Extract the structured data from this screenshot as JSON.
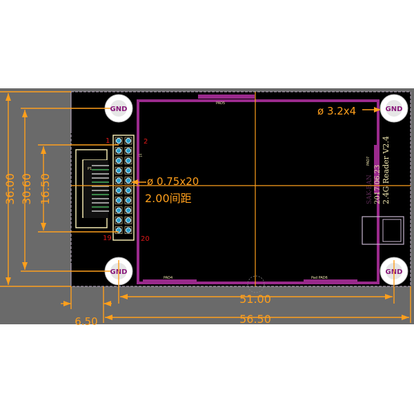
{
  "dimensions": {
    "height_outer": "36.00",
    "height_mid": "30.60",
    "height_inner": "16.50",
    "width_holes": "51.00",
    "width_total": "56.50",
    "offset_left": "6.50"
  },
  "annotations": {
    "mount_holes": "ø 3.2x4",
    "pin_holes": "ø 0.75x20",
    "pitch": "2.00间距"
  },
  "holes": {
    "label": "GND"
  },
  "header": {
    "pin1": "1",
    "pin2": "2",
    "pin19": "19",
    "pin20": "20",
    "ref": "J1"
  },
  "connector": {
    "ref": "P1"
  },
  "pads": {
    "top": "PAD5",
    "bottom_left": "PAD4",
    "bottom_right": "Pad PAD6",
    "right": "PAD7"
  },
  "silkscreen": {
    "version": "2.4G Reader V2.4",
    "date": "2017.06.23",
    "ghost": "SAK-BAN"
  },
  "colors": {
    "background": "#6a6a6a",
    "board": "#000000",
    "outline": "#9a2a8c",
    "dimension": "#ff9f1c",
    "silk": "#f2e8b0",
    "pin_marker": "#e01818"
  }
}
